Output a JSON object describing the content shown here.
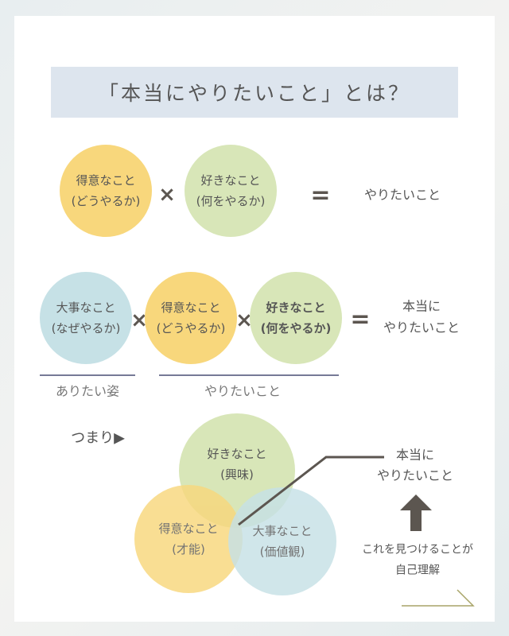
{
  "title": "「本当にやりたいこと」とは？",
  "row1": {
    "circle1": {
      "line1": "得意なこと",
      "line2": "(どうやるか)"
    },
    "circle2": {
      "line1": "好きなこと",
      "line2": "(何をやるか)"
    },
    "times": "×",
    "equals": "=",
    "result": "やりたいこと"
  },
  "row2": {
    "circle1": {
      "line1": "大事なこと",
      "line2": "(なぜやるか)"
    },
    "circle2": {
      "line1": "得意なこと",
      "line2": "(どうやるか)"
    },
    "circle3": {
      "line1": "好きなこと",
      "line2": "(何をやるか)"
    },
    "times": "×",
    "equals": "=",
    "result_line1": "本当に",
    "result_line2": "やりたいこと",
    "label_left": "ありたい姿",
    "label_right": "やりたいこと"
  },
  "venn": {
    "intro": "つまり▶",
    "like": {
      "line1": "好きなこと",
      "line2": "(興味)"
    },
    "skill": {
      "line1": "得意なこと",
      "line2": "(才能)"
    },
    "value": {
      "line1": "大事なこと",
      "line2": "(価値観)"
    },
    "callout_line1": "本当に",
    "callout_line2": "やりたいこと",
    "note_line1": "これを見つけることが",
    "note_line2": "自己理解"
  },
  "colors": {
    "orange": "#f8d77c",
    "green": "#d8e6b8",
    "blue": "#c6e1e6",
    "title_bg": "#dde5ee"
  }
}
